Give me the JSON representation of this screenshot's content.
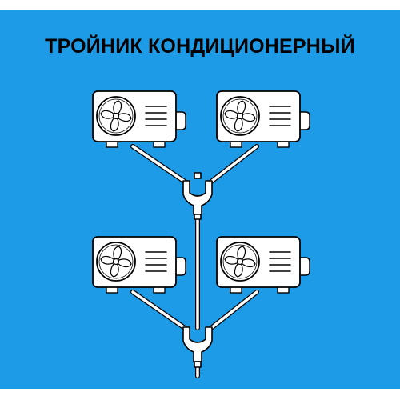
{
  "title": "ТРОЙНИК КОНДИЦИОНЕРНЫЙ",
  "colors": {
    "background": "#1E9BE6",
    "unit_fill": "#FFFFFF",
    "outline": "#000000",
    "title_text": "#000000"
  },
  "diagram": {
    "units": [
      {
        "name": "outdoor-unit-top-left",
        "icon": "air-conditioner-outdoor-unit-icon"
      },
      {
        "name": "outdoor-unit-top-right",
        "icon": "air-conditioner-outdoor-unit-icon"
      },
      {
        "name": "outdoor-unit-bottom-left",
        "icon": "air-conditioner-outdoor-unit-icon"
      },
      {
        "name": "outdoor-unit-bottom-right",
        "icon": "air-conditioner-outdoor-unit-icon"
      }
    ],
    "tees": [
      {
        "name": "tee-junction-upper",
        "icon": "refrigerant-y-branch-icon"
      },
      {
        "name": "tee-junction-lower",
        "icon": "refrigerant-y-branch-icon"
      }
    ]
  }
}
